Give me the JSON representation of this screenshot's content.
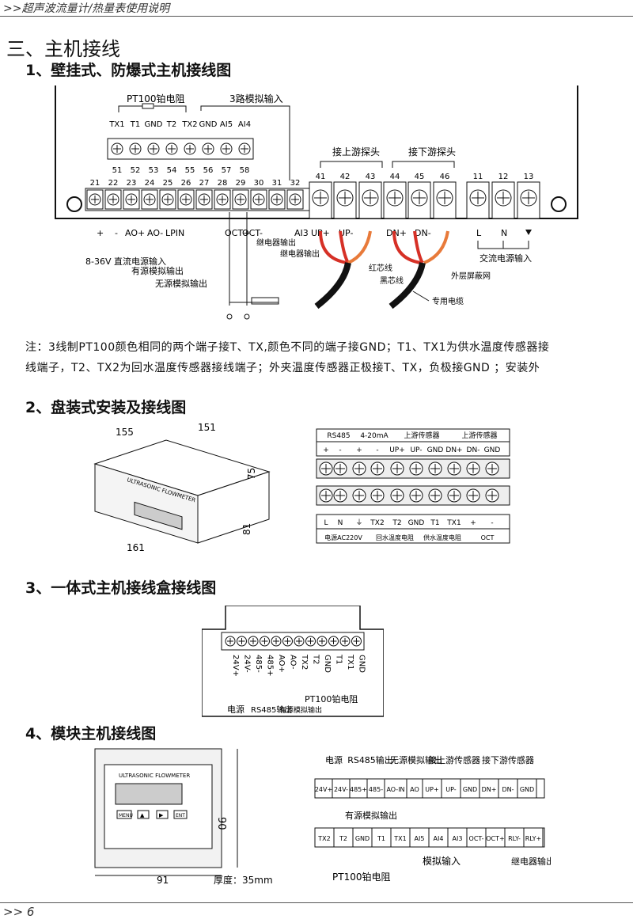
{
  "header": {
    "text": ">>超声波流量计/热量表使用说明"
  },
  "footer": {
    "page": ">> 6"
  },
  "section": {
    "title": "三、主机接线"
  },
  "sub1": {
    "title": "1、壁挂式、防爆式主机接线图",
    "pt100_label": "PT100铂电阻",
    "analog_label": "3路模拟输入",
    "upper_terms": [
      "TX1",
      "T1",
      "GND",
      "T2",
      "TX2",
      "GND",
      "AI5",
      "AI4"
    ],
    "upper_nums": [
      "51",
      "52",
      "53",
      "54",
      "55",
      "56",
      "57",
      "58"
    ],
    "lower_nums": [
      "21",
      "22",
      "23",
      "24",
      "25",
      "26",
      "27",
      "28",
      "29",
      "30",
      "31",
      "32"
    ],
    "probe_nums": [
      "41",
      "42",
      "43",
      "44",
      "45",
      "46",
      "11",
      "12",
      "13"
    ],
    "upstream_label": "接上游探头",
    "downstream_label": "接下游探头",
    "bottom_labels": [
      "+",
      "-",
      "AO+",
      "AO-",
      "LPIN",
      "OCT+",
      "OCT-",
      "继电器输出",
      "继电器输出",
      "AI3",
      "UP+",
      "UP-",
      "DN+",
      "DN-",
      "L",
      "N"
    ],
    "dc_label": "8-36V 直流电源输入",
    "active_label": "有源模拟输出",
    "passive_label": "无源模拟输出",
    "ac_label": "交流电源输入",
    "red_wire": "红芯线",
    "black_wire": "黑芯线",
    "shield": "外层屏蔽网",
    "cable": "专用电缆",
    "note_line1": "注：3线制PT100颜色相同的两个端子接T、TX,颜色不同的端子接GND；T1、TX1为供水温度传感器接",
    "note_line2": "线端子，T2、TX2为回水温度传感器接线端子；外夹温度传感器正极接T、TX，负极接GND  ；安装外"
  },
  "sub2": {
    "title": "2、盘装式安装及接线图",
    "dims": [
      "155",
      "151",
      "75",
      "81",
      "161"
    ],
    "panel_brand": "ULTRASONIC FLOWMETER",
    "top_groups": [
      "RS485",
      "4-20mA",
      "上游传感器",
      "上游传感器"
    ],
    "top_terms": [
      "+",
      "-",
      "+",
      "-",
      "UP+",
      "UP-",
      "GND",
      "DN+",
      "DN-",
      "GND"
    ],
    "bottom_terms": [
      "L",
      "N",
      "⏚",
      "TX2",
      "T2",
      "GND",
      "T1",
      "TX1",
      "+",
      "-"
    ],
    "bottom_groups": [
      "电源AC220V",
      "回水温度电阻",
      "供水温度电阻",
      "OCT"
    ]
  },
  "sub3": {
    "title": "3、一体式主机接线盒接线图",
    "terms": [
      "24V+",
      "24V-",
      "485-",
      "485+",
      "AO+",
      "AO-",
      "TX2",
      "T2",
      "GND",
      "T1",
      "TX1",
      "GND"
    ],
    "power": "电源",
    "rs485": "RS485输出",
    "active": "有源模拟输出",
    "pt100": "PT100铂电阻"
  },
  "sub4": {
    "title": "4、模块主机接线图",
    "brand": "ULTRASONIC FLOWMETER",
    "keys": [
      "MENU",
      "▲",
      "▶",
      "ENT"
    ],
    "dim_h": "90",
    "dim_w": "91",
    "thickness": "厚度：35mm",
    "top_groups": [
      "电源",
      "RS485输出",
      "无源模拟输出",
      "接上游传感器",
      "接下游传感器"
    ],
    "top_terms": [
      "24V+",
      "24V-",
      "485+",
      "485-",
      "AO-IN",
      "AO",
      "UP+",
      "UP-",
      "GND",
      "DN+",
      "DN-",
      "GND"
    ],
    "active_label": "有源模拟输出",
    "bottom_terms": [
      "TX2",
      "T2",
      "GND",
      "T1",
      "TX1",
      "AI5",
      "AI4",
      "AI3",
      "OCT-",
      "OCT+",
      "RLY-",
      "RLY+"
    ],
    "analog_in": "模拟输入",
    "pt100": "PT100铂电阻",
    "relay": "继电器输出"
  }
}
